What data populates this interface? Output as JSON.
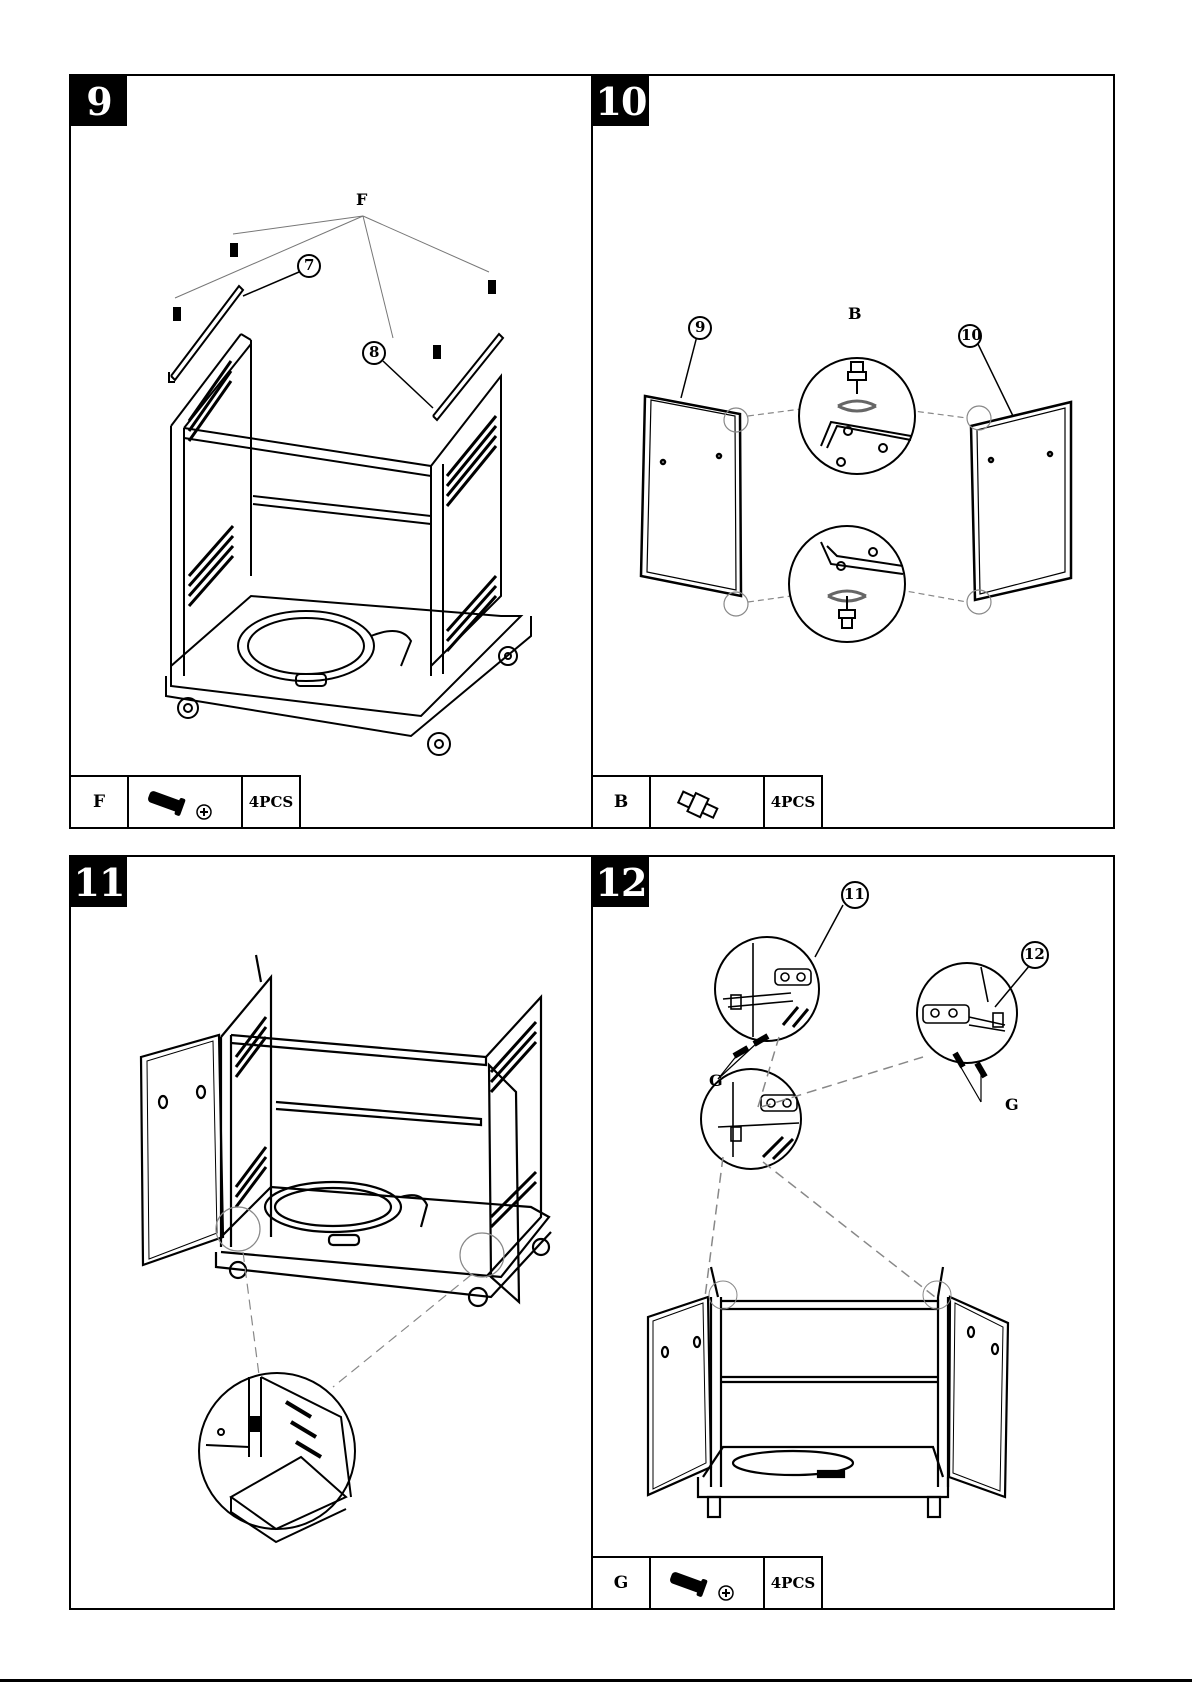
{
  "steps": [
    {
      "number": "9",
      "callouts": {
        "part_letter": "F",
        "ref_a": "7",
        "ref_b": "8"
      },
      "parts": {
        "letter": "F",
        "icon": "screw-icon",
        "qty": "4PCS"
      }
    },
    {
      "number": "10",
      "callouts": {
        "part_letter": "B",
        "ref_a": "9",
        "ref_b": "10"
      },
      "parts": {
        "letter": "B",
        "icon": "hinge-pin-icon",
        "qty": "4PCS"
      }
    },
    {
      "number": "11"
    },
    {
      "number": "12",
      "callouts": {
        "ref_a": "11",
        "ref_b": "12",
        "part_letter_left": "G",
        "part_letter_right": "G"
      },
      "parts": {
        "letter": "G",
        "icon": "screw-icon",
        "qty": "4PCS"
      }
    }
  ]
}
